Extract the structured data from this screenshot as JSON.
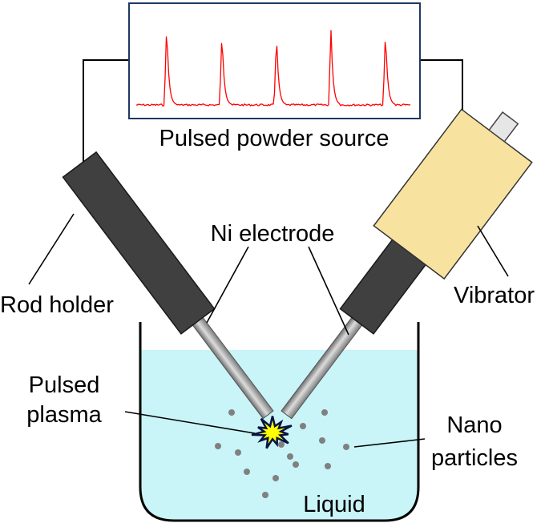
{
  "labels": {
    "source": "Pulsed powder source",
    "rod_holder": "Rod holder",
    "electrode": "Ni electrode",
    "vibrator": "Vibrator",
    "plasma_line1": "Pulsed",
    "plasma_line2": "plasma",
    "nano_line1": "Nano",
    "nano_line2": "particles",
    "liquid": "Liquid"
  },
  "colors": {
    "liquid": "#c9f4f8",
    "pulse_trace": "#ff0000",
    "rod_holder": "#404040",
    "vibrator_body": "#f8e2a0",
    "electrode": "#a6a6a6",
    "plasma_core": "#ffff00",
    "plasma_outline": "#0a1440",
    "particles": "#808080"
  },
  "icons": {
    "plasma": "spark-burst-icon",
    "pulse_waveform": "pulse-train-icon"
  }
}
